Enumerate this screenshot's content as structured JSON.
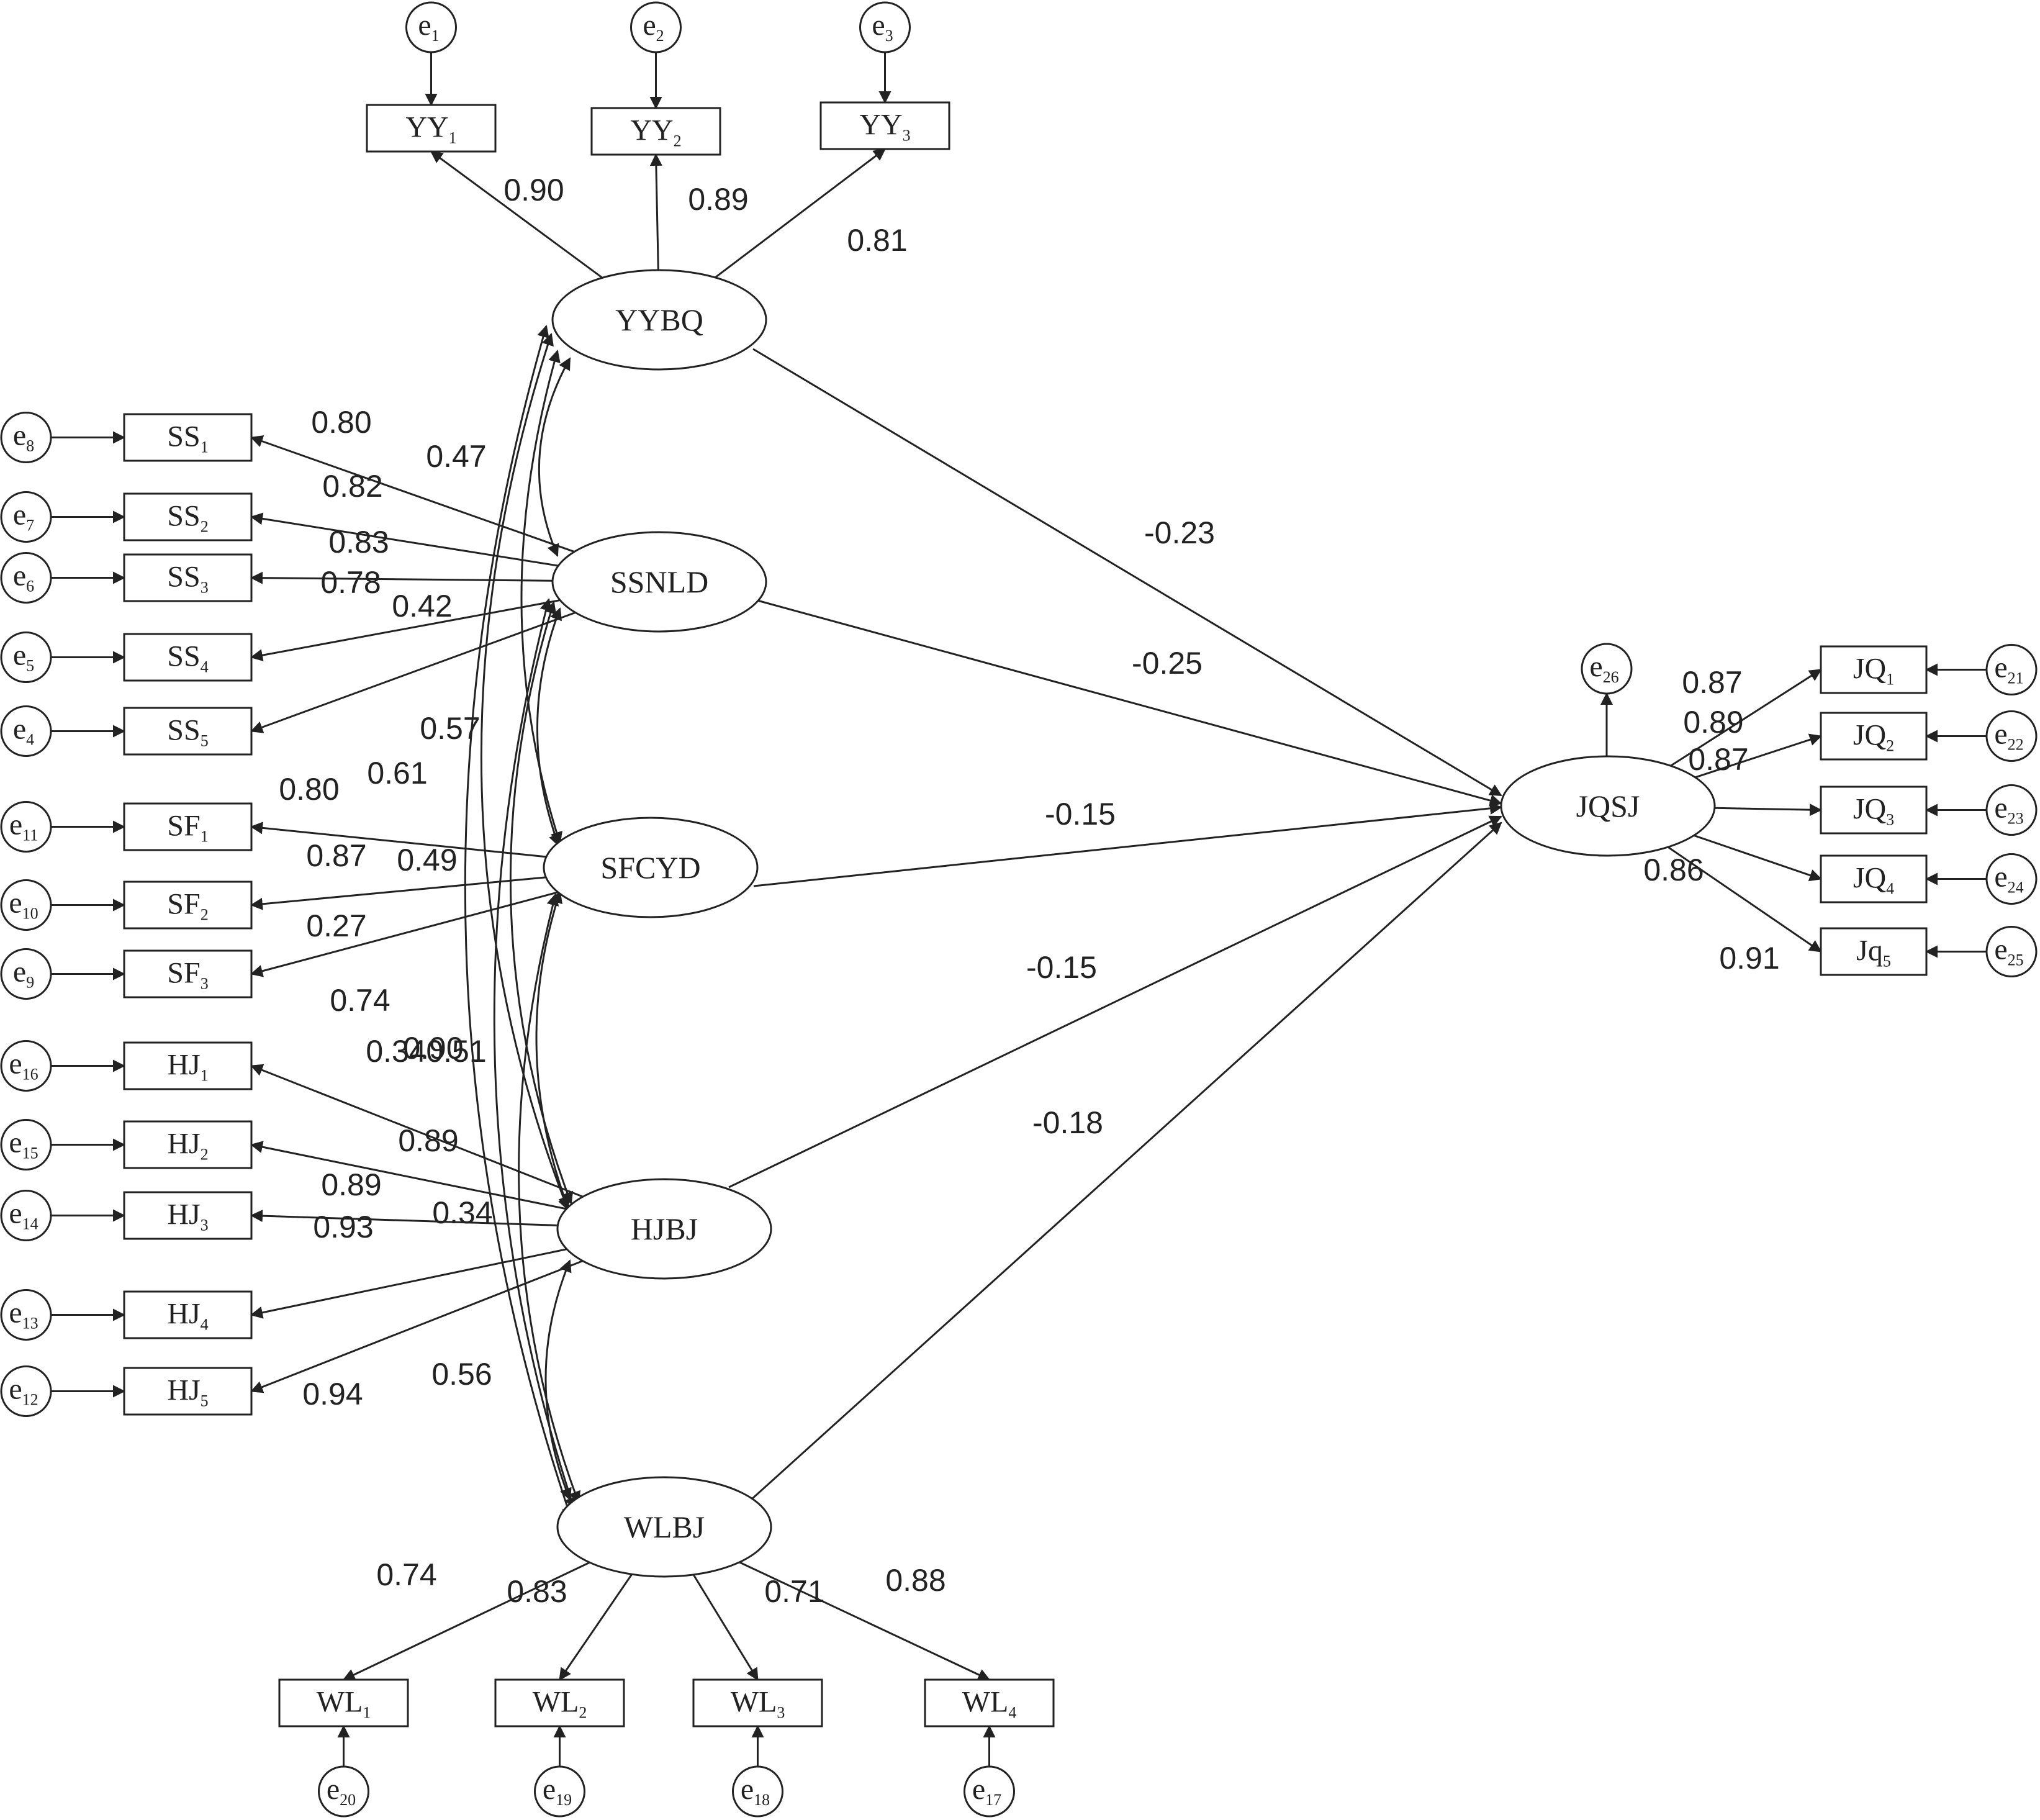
{
  "latents": [
    {
      "id": "YYBQ",
      "label": "YYBQ"
    },
    {
      "id": "SSNLD",
      "label": "SSNLD"
    },
    {
      "id": "SFCYD",
      "label": "SFCYD"
    },
    {
      "id": "HJBJ",
      "label": "HJBJ"
    },
    {
      "id": "WLBJ",
      "label": "WLBJ"
    },
    {
      "id": "JQSJ",
      "label": "JQSJ"
    }
  ],
  "indicators": [
    {
      "id": "YY1",
      "base": "YY",
      "sub": "1",
      "latent": "YYBQ",
      "loading": "0.90",
      "error": {
        "base": "e",
        "sub": "1"
      }
    },
    {
      "id": "YY2",
      "base": "YY",
      "sub": "2",
      "latent": "YYBQ",
      "loading": "0.89",
      "error": {
        "base": "e",
        "sub": "2"
      }
    },
    {
      "id": "YY3",
      "base": "YY",
      "sub": "3",
      "latent": "YYBQ",
      "loading": "0.81",
      "error": {
        "base": "e",
        "sub": "3"
      }
    },
    {
      "id": "SS1",
      "base": "SS",
      "sub": "1",
      "latent": "SSNLD",
      "loading": "0.80",
      "error": {
        "base": "e",
        "sub": "8"
      }
    },
    {
      "id": "SS2",
      "base": "SS",
      "sub": "2",
      "latent": "SSNLD",
      "loading": "0.82",
      "error": {
        "base": "e",
        "sub": "7"
      }
    },
    {
      "id": "SS3",
      "base": "SS",
      "sub": "3",
      "latent": "SSNLD",
      "loading": "0.83",
      "error": {
        "base": "e",
        "sub": "6"
      }
    },
    {
      "id": "SS4",
      "base": "SS",
      "sub": "4",
      "latent": "SSNLD",
      "loading": "0.78",
      "error": {
        "base": "e",
        "sub": "5"
      }
    },
    {
      "id": "SS5",
      "base": "SS",
      "sub": "5",
      "latent": "SSNLD",
      "loading": "0.42",
      "error": {
        "base": "e",
        "sub": "4"
      }
    },
    {
      "id": "SF1",
      "base": "SF",
      "sub": "1",
      "latent": "SFCYD",
      "loading": "0.80",
      "error": {
        "base": "e",
        "sub": "11"
      }
    },
    {
      "id": "SF2",
      "base": "SF",
      "sub": "2",
      "latent": "SFCYD",
      "loading": "0.87",
      "error": {
        "base": "e",
        "sub": "10"
      }
    },
    {
      "id": "SF3",
      "base": "SF",
      "sub": "3",
      "latent": "SFCYD",
      "loading": "0.27",
      "error": {
        "base": "e",
        "sub": "9"
      }
    },
    {
      "id": "HJ1",
      "base": "HJ",
      "sub": "1",
      "latent": "HJBJ",
      "loading": "0.90",
      "error": {
        "base": "e",
        "sub": "16"
      }
    },
    {
      "id": "HJ2",
      "base": "HJ",
      "sub": "2",
      "latent": "HJBJ",
      "loading": "0.89",
      "error": {
        "base": "e",
        "sub": "15"
      }
    },
    {
      "id": "HJ3",
      "base": "HJ",
      "sub": "3",
      "latent": "HJBJ",
      "loading": "0.89",
      "error": {
        "base": "e",
        "sub": "14"
      }
    },
    {
      "id": "HJ4",
      "base": "HJ",
      "sub": "4",
      "latent": "HJBJ",
      "loading": "0.93",
      "error": {
        "base": "e",
        "sub": "13"
      }
    },
    {
      "id": "HJ5",
      "base": "HJ",
      "sub": "5",
      "latent": "HJBJ",
      "loading": "0.94",
      "error": {
        "base": "e",
        "sub": "12"
      }
    },
    {
      "id": "WL1",
      "base": "WL",
      "sub": "1",
      "latent": "WLBJ",
      "loading": "0.74",
      "error": {
        "base": "e",
        "sub": "20"
      }
    },
    {
      "id": "WL2",
      "base": "WL",
      "sub": "2",
      "latent": "WLBJ",
      "loading": "0.83",
      "error": {
        "base": "e",
        "sub": "19"
      }
    },
    {
      "id": "WL3",
      "base": "WL",
      "sub": "3",
      "latent": "WLBJ",
      "loading": "0.71",
      "error": {
        "base": "e",
        "sub": "18"
      }
    },
    {
      "id": "WL4",
      "base": "WL",
      "sub": "4",
      "latent": "WLBJ",
      "loading": "0.88",
      "error": {
        "base": "e",
        "sub": "17"
      }
    },
    {
      "id": "JQ1",
      "base": "JQ",
      "sub": "1",
      "latent": "JQSJ",
      "loading": "0.87",
      "error": {
        "base": "e",
        "sub": "21"
      }
    },
    {
      "id": "JQ2",
      "base": "JQ",
      "sub": "2",
      "latent": "JQSJ",
      "loading": "0.89",
      "error": {
        "base": "e",
        "sub": "22"
      }
    },
    {
      "id": "JQ3",
      "base": "JQ",
      "sub": "3",
      "latent": "JQSJ",
      "loading": "0.87",
      "error": {
        "base": "e",
        "sub": "23"
      }
    },
    {
      "id": "JQ4",
      "base": "JQ",
      "sub": "4",
      "latent": "JQSJ",
      "loading": "0.86",
      "error": {
        "base": "e",
        "sub": "24"
      }
    },
    {
      "id": "Jq5",
      "base": "Jq",
      "sub": "5",
      "latent": "JQSJ",
      "loading": "0.91",
      "error": {
        "base": "e",
        "sub": "25"
      }
    }
  ],
  "structural_paths": [
    {
      "from": "YYBQ",
      "to": "JQSJ",
      "coef": "-0.23"
    },
    {
      "from": "SSNLD",
      "to": "JQSJ",
      "coef": "-0.25"
    },
    {
      "from": "SFCYD",
      "to": "JQSJ",
      "coef": "-0.15"
    },
    {
      "from": "HJBJ",
      "to": "JQSJ",
      "coef": "-0.15"
    },
    {
      "from": "WLBJ",
      "to": "JQSJ",
      "coef": "-0.18"
    }
  ],
  "outcome_error": {
    "base": "e",
    "sub": "26"
  },
  "correlations": [
    {
      "a": "YYBQ",
      "b": "SSNLD",
      "coef": "0.47"
    },
    {
      "a": "YYBQ",
      "b": "SFCYD",
      "coef": "0.57"
    },
    {
      "a": "YYBQ",
      "b": "HJBJ",
      "coef": "0.61"
    },
    {
      "a": "YYBQ",
      "b": "WLBJ",
      "coef": "0.56"
    },
    {
      "a": "SSNLD",
      "b": "SFCYD",
      "coef": "0.49"
    },
    {
      "a": "SSNLD",
      "b": "HJBJ",
      "coef": "0.74"
    },
    {
      "a": "SSNLD",
      "b": "WLBJ",
      "coef": "0.34"
    },
    {
      "a": "SFCYD",
      "b": "HJBJ",
      "coef": "0.51"
    },
    {
      "a": "SFCYD",
      "b": "WLBJ",
      "coef": "0.34"
    },
    {
      "a": "HJBJ",
      "b": "WLBJ",
      "coef": ""
    }
  ]
}
